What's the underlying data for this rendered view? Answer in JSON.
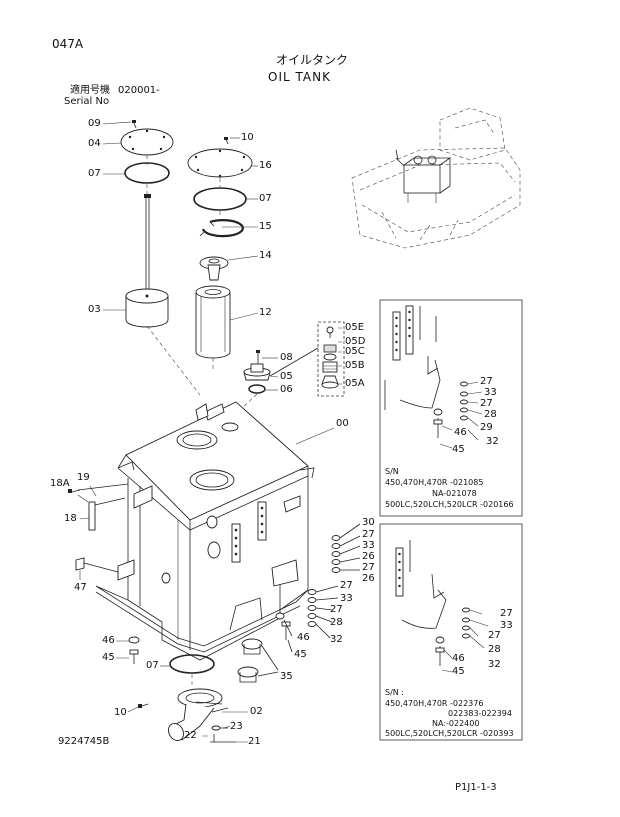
{
  "page_code": "047A",
  "title_jp": "オイルタンク",
  "title_en": "OIL TANK",
  "serial": {
    "label_jp": "適用号機",
    "label_en": "Serial No",
    "value": "020001-"
  },
  "figure_number": "9224745B",
  "footer_code": "P1J1-1-3",
  "main_callouts": [
    "09",
    "04",
    "07",
    "03",
    "10",
    "16",
    "07",
    "15",
    "14",
    "12",
    "08",
    "05",
    "06",
    "00",
    "05E",
    "05D",
    "05C",
    "05B",
    "05A",
    "18A",
    "19",
    "18",
    "47",
    "30",
    "27",
    "33",
    "26",
    "27",
    "26",
    "27",
    "33",
    "27",
    "28",
    "32",
    "46",
    "45",
    "46",
    "45",
    "07",
    "35",
    "10",
    "02",
    "23",
    "22",
    "21"
  ],
  "detail_a": {
    "callouts": [
      "27",
      "33",
      "27",
      "28",
      "29",
      "46",
      "32",
      "45"
    ],
    "note": {
      "sn": "S/N",
      "line1": "450,470H,470R -021085",
      "line2": "NA-021078",
      "line3": "500LC,520LCH,520LCR -020166"
    }
  },
  "detail_b": {
    "callouts": [
      "27",
      "33",
      "27",
      "28",
      "46",
      "32",
      "45"
    ],
    "note": {
      "sn": "S/N :",
      "line1": "450,470H,470R -022376",
      "line2": "022383-022394",
      "line3": "NA:-022400",
      "line4": "500LC,520LCH,520LCR -020393"
    }
  }
}
